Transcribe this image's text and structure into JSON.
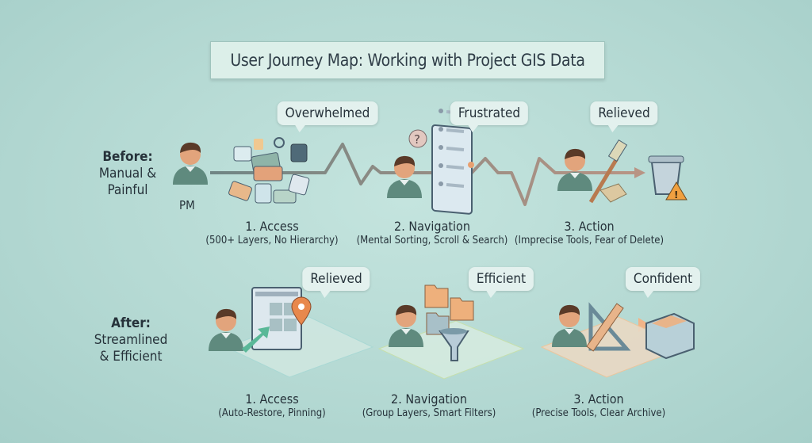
{
  "title": "User Journey Map: Working with Project GIS Data",
  "before": {
    "heading": "Before:",
    "subheading_line1": "Manual &",
    "subheading_line2": "Painful",
    "persona": "PM",
    "emotions": [
      "Overwhelmed",
      "Frustrated",
      "Relieved"
    ],
    "steps": [
      {
        "title": "1. Access",
        "detail": "(500+ Layers, No Hierarchy)"
      },
      {
        "title": "2. Navigation",
        "detail": "(Mental Sorting, Scroll & Search)"
      },
      {
        "title": "3. Action",
        "detail": "(Imprecise Tools, Fear of Delete)"
      }
    ]
  },
  "after": {
    "heading": "After:",
    "subheading_line1": "Streamlined",
    "subheading_line2": "& Efficient",
    "emotions": [
      "Relieved",
      "Efficient",
      "Confident"
    ],
    "steps": [
      {
        "title": "1. Access",
        "detail": "(Auto-Restore, Pinning)"
      },
      {
        "title": "2. Navigation",
        "detail": "(Group Layers, Smart Filters)"
      },
      {
        "title": "3. Action",
        "detail": "(Precise Tools, Clear Archive)"
      }
    ]
  },
  "colors": {
    "background": "#b7dcd6",
    "before_line": "#6f8584",
    "after_line_start": "#7fd0e0",
    "after_line_end": "#f1b488",
    "warning": "#f0a040"
  }
}
